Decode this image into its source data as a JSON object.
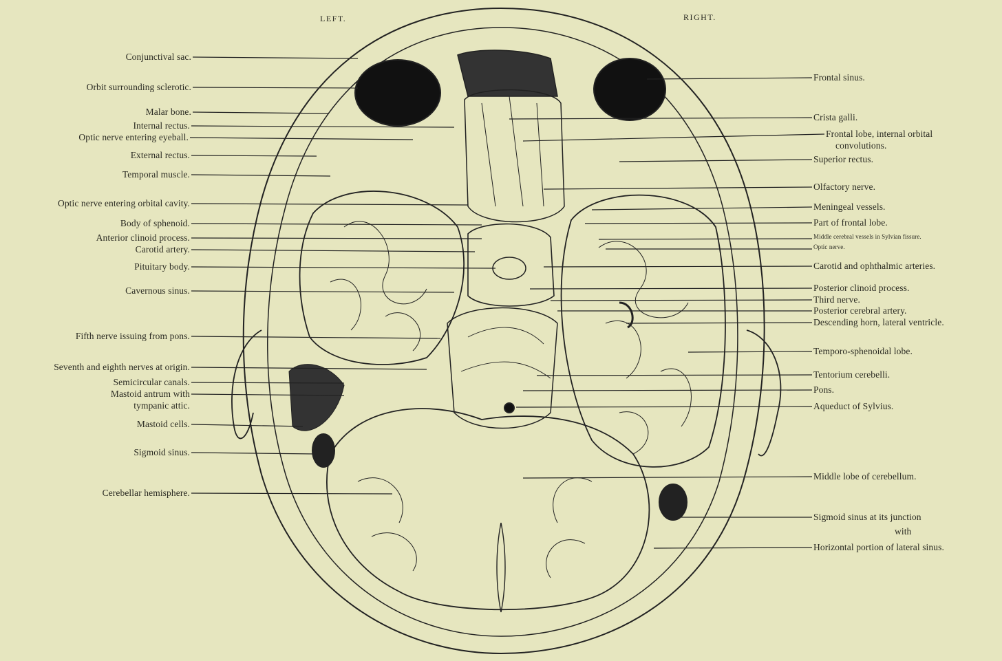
{
  "header": {
    "left": "LEFT.",
    "right": "RIGHT."
  },
  "labels_left": [
    "Conjunctival sac.",
    "Orbit surrounding sclerotic.",
    "Malar bone.",
    "Internal rectus.",
    "Optic nerve entering eyeball.",
    "External rectus.",
    "Temporal muscle.",
    "Optic nerve entering orbital cavity.",
    "Body of sphenoid.",
    "Anterior clinoid process.",
    "Carotid artery.",
    "Pituitary body.",
    "Cavernous sinus.",
    "Fifth nerve issuing from pons.",
    "Seventh and eighth nerves at origin.",
    "Semicircular canals.",
    "Mastoid antrum with",
    "tympanic attic.",
    "Mastoid cells.",
    "Sigmoid sinus.",
    "Cerebellar hemisphere."
  ],
  "labels_right": [
    "Frontal sinus.",
    "Crista galli.",
    "Frontal lobe, internal orbital",
    "convolutions.",
    "Superior rectus.",
    "Olfactory nerve.",
    "Meningeal vessels.",
    "Part of frontal lobe.",
    "Middle cerebral vessels in Sylvian fissure.",
    "Optic nerve.",
    "Carotid and ophthalmic arteries.",
    "Posterior clinoid process.",
    "Third nerve.",
    "Posterior cerebral artery.",
    "Descending horn, lateral ventricle.",
    "Temporo-sphenoidal lobe.",
    "Tentorium cerebelli.",
    "Pons.",
    "Aqueduct of Sylvius.",
    "Middle lobe of cerebellum.",
    "Sigmoid sinus at its junction",
    "with",
    "Horizontal portion of lateral sinus."
  ]
}
